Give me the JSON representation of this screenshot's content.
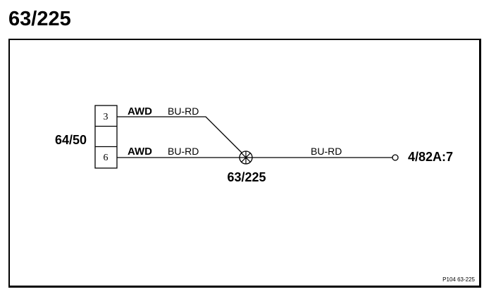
{
  "page_title": "63/225",
  "connector": {
    "id": "64/50",
    "pins": [
      {
        "pin": "3"
      },
      {
        "pin": ""
      },
      {
        "pin": "6"
      }
    ]
  },
  "wires": [
    {
      "circuit": "AWD",
      "color": "BU-RD"
    },
    {
      "circuit": "AWD",
      "color": "BU-RD"
    },
    {
      "circuit": "",
      "color": "BU-RD"
    }
  ],
  "splice": {
    "id": "63/225"
  },
  "destination": {
    "id": "4/82A:7"
  },
  "footer": {
    "ref": "P104 63-225"
  }
}
